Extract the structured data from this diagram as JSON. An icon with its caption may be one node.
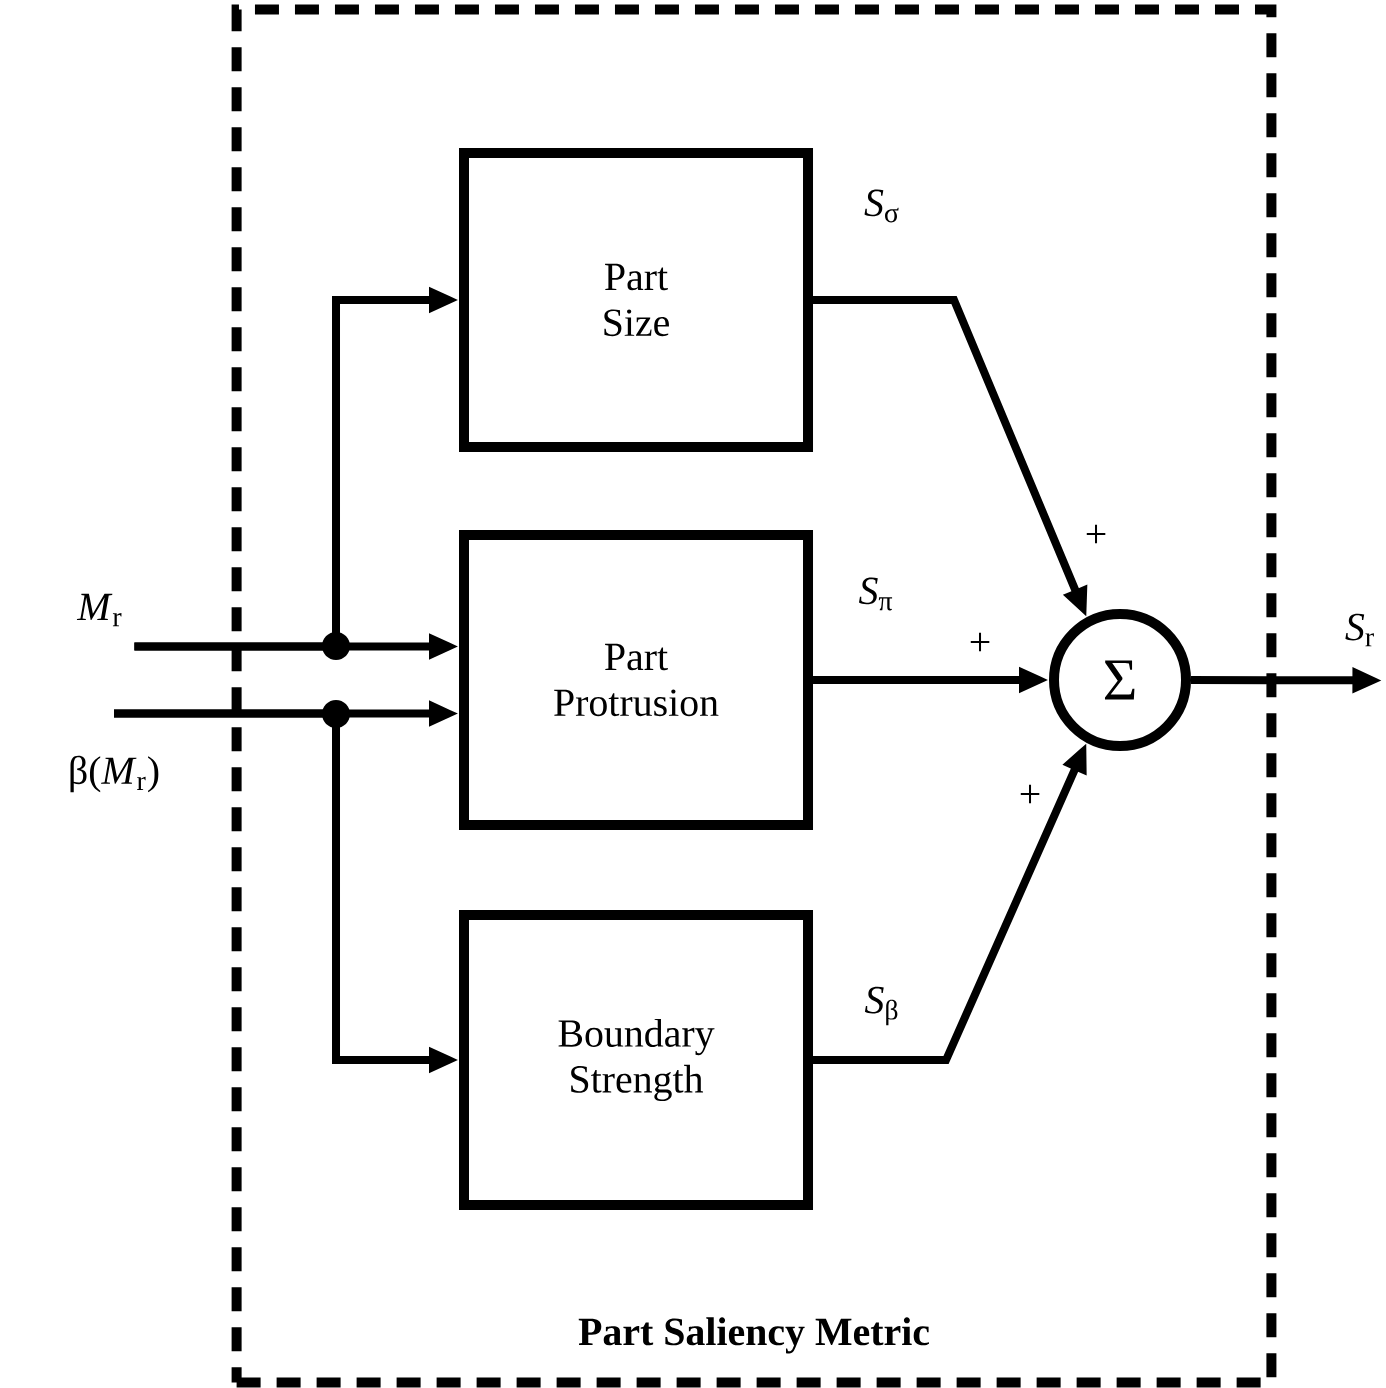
{
  "diagram": {
    "nodes": [
      {
        "text": [
          "Part Saliency Metric"
        ]
      },
      {
        "text": [
          "Part Size"
        ],
        "in": 0
      },
      {
        "text": [
          "Part Protrusion"
        ],
        "in": 0
      },
      {
        "text": [
          "Boundary Strength"
        ],
        "in": 0
      },
      {
        "text": [
          "Σ"
        ],
        "in": 0
      },
      {
        "text": [
          "*M*$_{r}$"
        ]
      },
      {
        "text": [
          "β(*M*$_{r}$)"
        ]
      },
      {
        "text": [
          "*S*$_{r}$"
        ]
      }
    ],
    "edges": [
      {
        "from": 5,
        "to": 1,
        "arrow": "to"
      },
      {
        "from": 5,
        "to": 2,
        "arrow": "to"
      },
      {
        "from": 6,
        "to": 2,
        "arrow": "to"
      },
      {
        "from": 6,
        "to": 3,
        "arrow": "to"
      },
      {
        "from": 1,
        "to": 4,
        "arrow": "to",
        "label": "*S*$_{σ}$"
      },
      {
        "from": 2,
        "to": 4,
        "arrow": "to",
        "label": "*S*$_{π}$"
      },
      {
        "from": 3,
        "to": 4,
        "arrow": "to",
        "label": "*S*$_{β}$"
      },
      {
        "from": 4,
        "to": 7,
        "arrow": "to"
      }
    ],
    "labels": [
      "+",
      "+",
      "+"
    ]
  }
}
